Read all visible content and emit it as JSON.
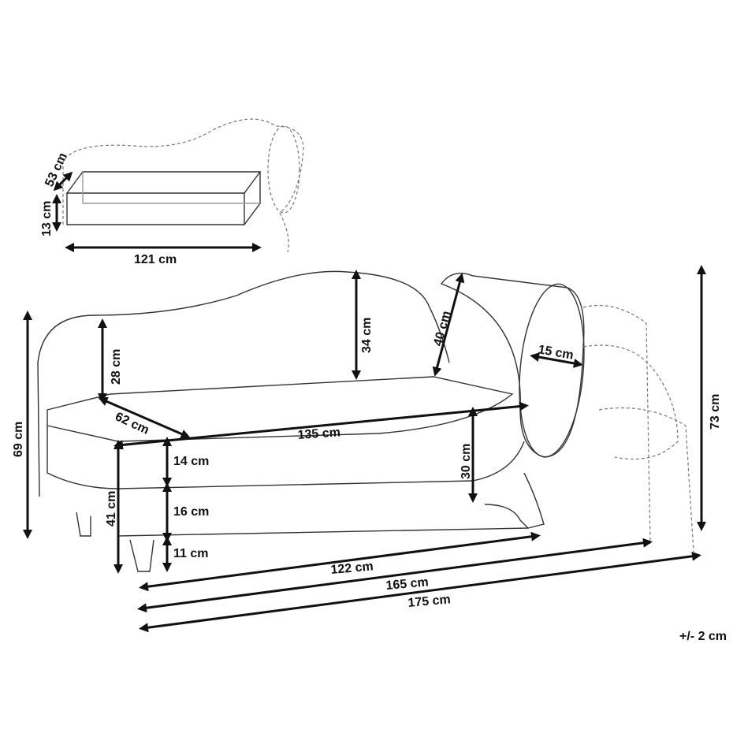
{
  "title": "Chaise longue dimensions diagram",
  "storage": {
    "depth": "53 cm",
    "height": "13 cm",
    "width": "121 cm"
  },
  "sofa": {
    "total_height": "69 cm",
    "backrest_height_low": "28 cm",
    "backrest_height_high": "34 cm",
    "cushion_length": "40 cm",
    "cushion_diameter": "15 cm",
    "height_with_cushion": "73 cm",
    "seat_depth": "62 cm",
    "seat_length": "135 cm",
    "seat_thickness": "14 cm",
    "armrest_height": "30 cm",
    "seat_height": "41 cm",
    "base_height": "16 cm",
    "leg_height": "11 cm",
    "base_length": "122 cm",
    "total_length": "165 cm",
    "total_length_with_cushion": "175 cm"
  },
  "tolerance": "+/- 2 cm"
}
